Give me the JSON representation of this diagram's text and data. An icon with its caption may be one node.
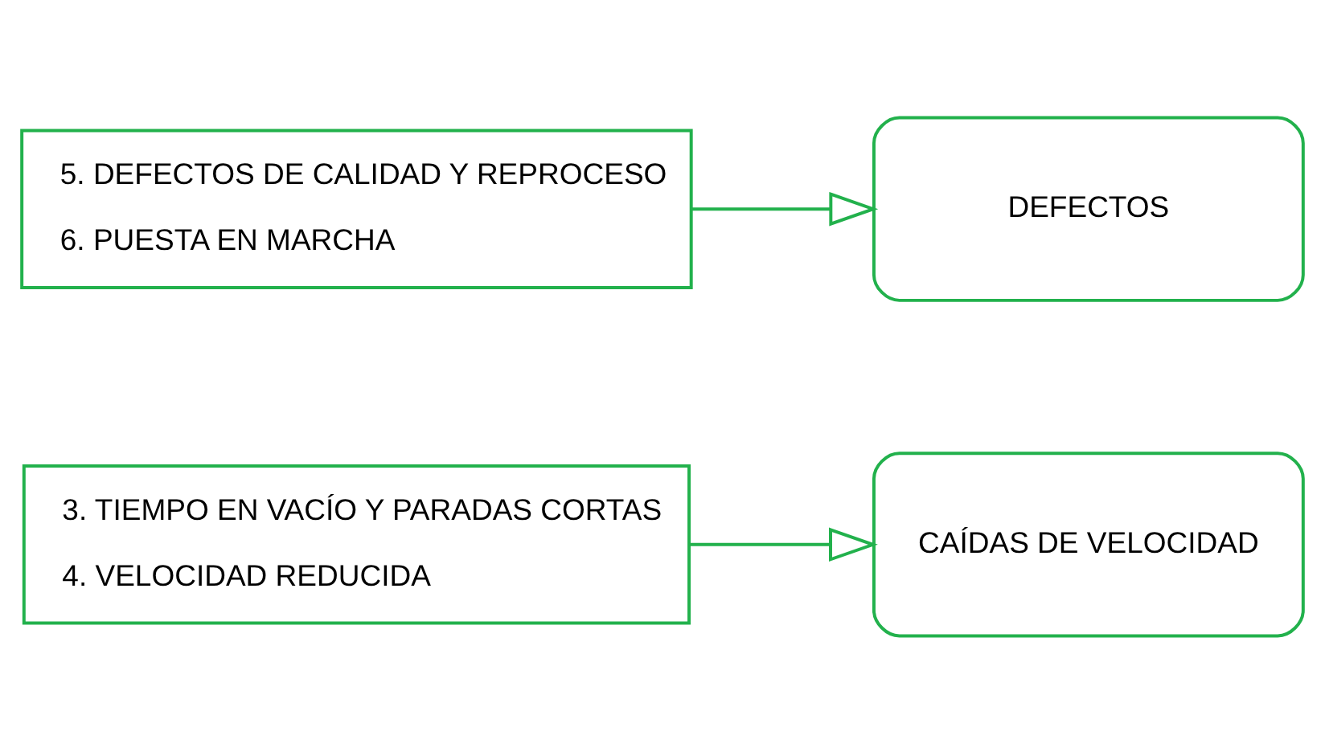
{
  "diagram": {
    "nodes": [
      {
        "text": [
          "3. TIEMPO EN VACÍO Y PARADAS CORTAS",
          "4. VELOCIDAD REDUCIDA"
        ]
      },
      {
        "text": [
          "CAÍDAS DE VELOCIDAD"
        ]
      },
      {
        "text": [
          "5. DEFECTOS DE CALIDAD Y REPROCESO",
          "6. PUESTA EN MARCHA"
        ]
      },
      {
        "text": [
          "DEFECTOS"
        ]
      }
    ],
    "edges": [
      {
        "from": 0,
        "to": 1,
        "arrow": "to"
      },
      {
        "from": 2,
        "to": 3,
        "arrow": "to"
      }
    ]
  }
}
